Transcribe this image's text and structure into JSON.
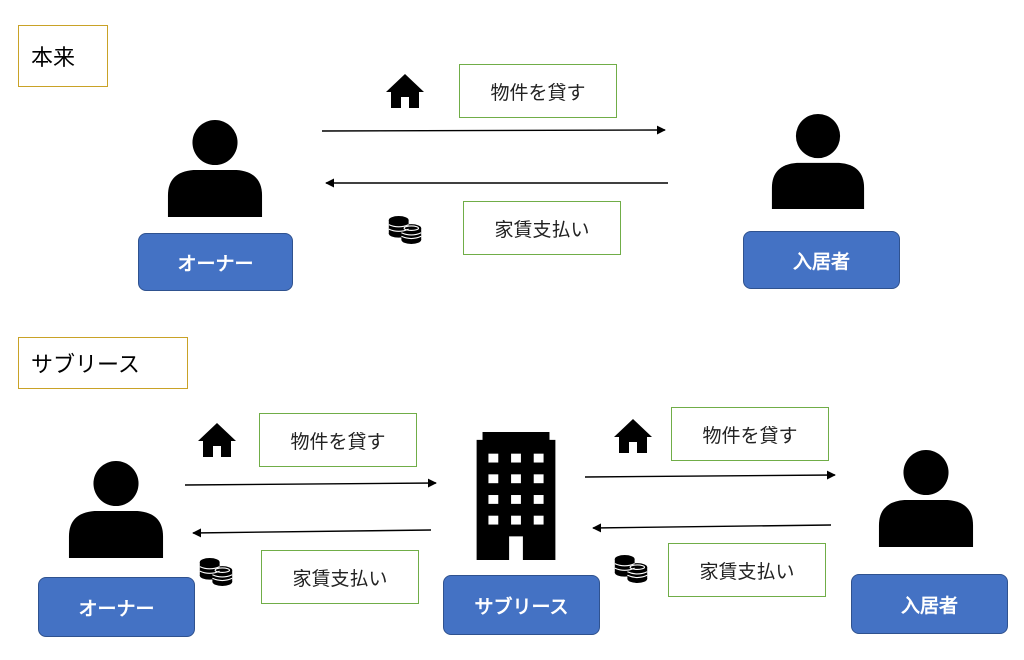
{
  "top": {
    "label": "本来",
    "owner": "オーナー",
    "tenant": "入居者",
    "lend": "物件を貸す",
    "rent": "家賃支払い"
  },
  "bottom": {
    "label": "サブリース",
    "owner": "オーナー",
    "sublease": "サブリース",
    "tenant": "入居者",
    "lend_left": "物件を貸す",
    "rent_left": "家賃支払い",
    "lend_right": "物件を貸す",
    "rent_right": "家賃支払い"
  },
  "colors": {
    "role_fill": "#4472c4",
    "caption_border": "#70ad47",
    "label_border": "#c9a227"
  },
  "icons": [
    "person-icon",
    "house-icon",
    "coins-icon",
    "building-icon"
  ]
}
